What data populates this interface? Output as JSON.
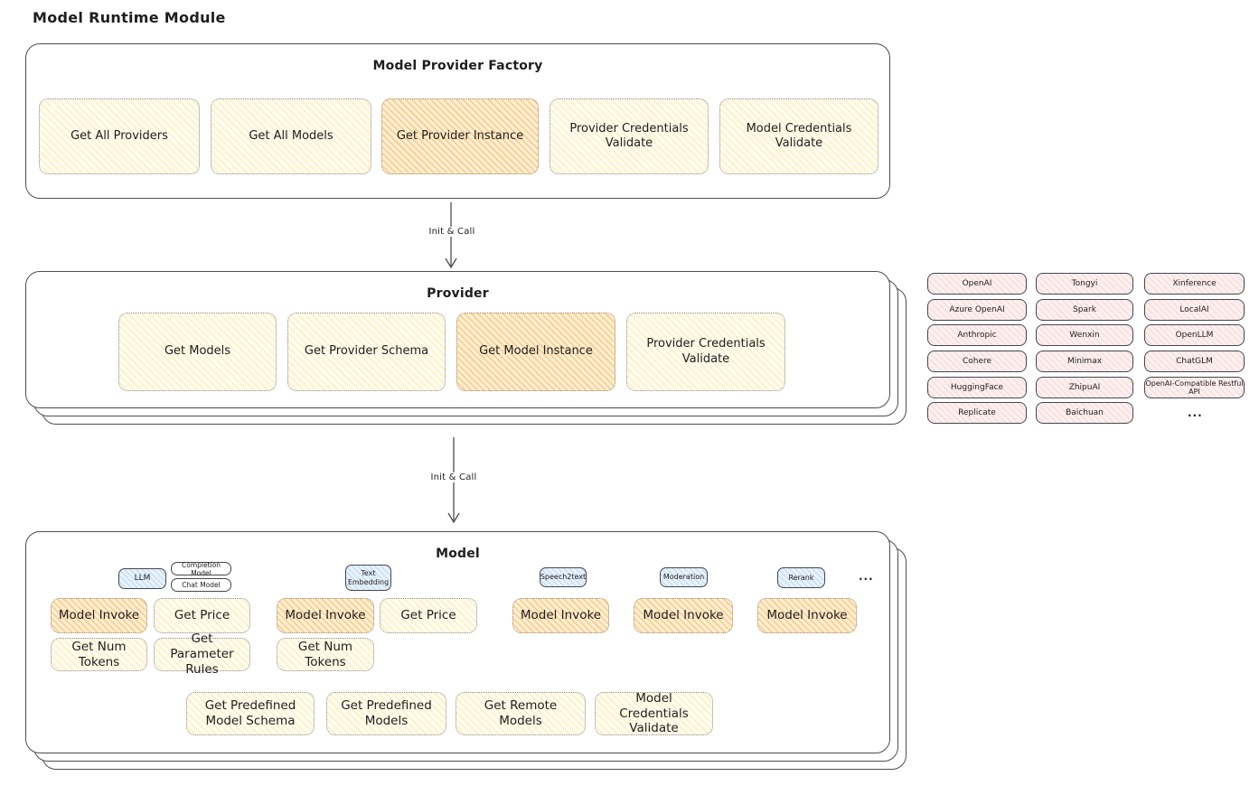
{
  "title": "Model Runtime Module",
  "colors": {
    "function_fill": "#fffcf0",
    "function_highlight": "#ffe3b3",
    "provider_pill_fill": "#fdf0f0",
    "type_tag_fill": "#e9f3fc",
    "border_dark": "#4d4d4d",
    "text": "#1e1e1e"
  },
  "factory": {
    "title": "Model Provider Factory",
    "boxes": [
      {
        "label": "Get All Providers"
      },
      {
        "label": "Get All Models"
      },
      {
        "label": "Get Provider Instance"
      },
      {
        "label": "Provider Credentials Validate"
      },
      {
        "label": "Model Credentials Validate"
      }
    ]
  },
  "arrow1": {
    "label": "Init & Call"
  },
  "arrow2": {
    "label": "Init & Call"
  },
  "provider": {
    "title": "Provider",
    "boxes": [
      {
        "label": "Get Models"
      },
      {
        "label": "Get Provider Schema"
      },
      {
        "label": "Get Model Instance"
      },
      {
        "label": "Provider Credentials Validate"
      }
    ]
  },
  "providers_grid": {
    "rows": [
      [
        "OpenAI",
        "Tongyi",
        "Xinference"
      ],
      [
        "Azure OpenAI",
        "Spark",
        "LocalAI"
      ],
      [
        "Anthropic",
        "Wenxin",
        "OpenLLM"
      ],
      [
        "Cohere",
        "Minimax",
        "ChatGLM"
      ],
      [
        "HuggingFace",
        "ZhipuAI",
        "OpenAI-Compatible Restful API"
      ],
      [
        "Replicate",
        "Baichuan"
      ]
    ],
    "more": "..."
  },
  "model": {
    "title": "Model",
    "type_tags": [
      {
        "label": "LLM"
      },
      {
        "label": "Text Embedding"
      },
      {
        "label": "Speech2text"
      },
      {
        "label": "Moderation"
      },
      {
        "label": "Rerank"
      }
    ],
    "llm_subtags": [
      {
        "label": "Completion Model"
      },
      {
        "label": "Chat Model"
      }
    ],
    "more": "...",
    "functions": {
      "model_invoke": "Model Invoke",
      "get_price": "Get Price",
      "get_num_tokens": "Get Num Tokens",
      "get_parameter_rules": "Get Parameter Rules"
    },
    "shared_functions": [
      {
        "label": "Get Predefined Model Schema"
      },
      {
        "label": "Get Predefined Models"
      },
      {
        "label": "Get Remote Models"
      },
      {
        "label": "Model Credentials Validate"
      }
    ]
  }
}
